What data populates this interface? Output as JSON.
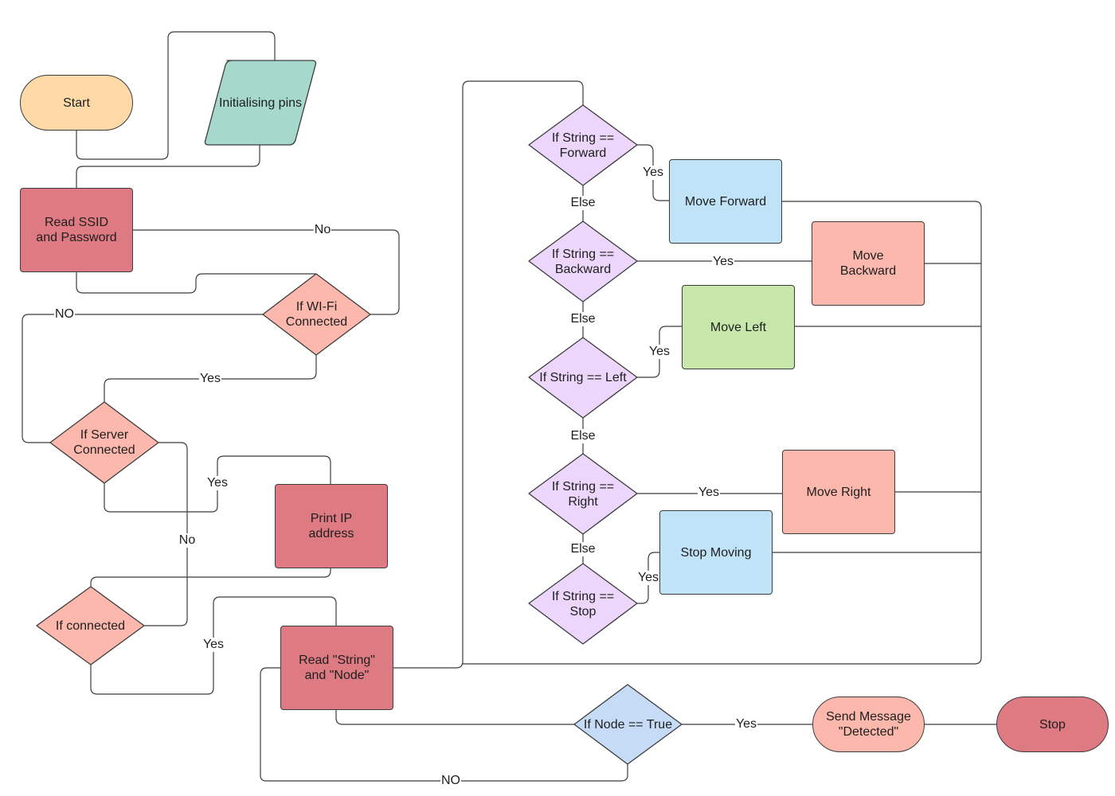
{
  "nodes": {
    "start": "Start",
    "init_pins": "Initialising pins",
    "read_ssid": "Read SSID\nand Password",
    "wifi_connected": "If WI-Fi\nConnected",
    "server_connected": "If Server\nConnected",
    "print_ip": "Print IP\naddress",
    "if_connected": "If connected",
    "read_string": "Read \"String\"\nand \"Node\"",
    "str_forward": "If String ==\nForward",
    "str_backward": "If String ==\nBackward",
    "str_left": "If String == Left",
    "str_right": "If String ==\nRight",
    "str_stop": "If String ==\nStop",
    "move_forward": "Move Forward",
    "move_backward": "Move\nBackward",
    "move_left": "Move Left",
    "move_right": "Move Right",
    "stop_moving": "Stop Moving",
    "node_true": "If Node == True",
    "send_message": "Send Message\n\"Detected\"",
    "stop": "Stop"
  },
  "edge_labels": {
    "wifi_no": "No",
    "wifi_NO": "NO",
    "wifi_yes": "Yes",
    "server_yes": "Yes",
    "server_no": "No",
    "connected_yes": "Yes",
    "forward_yes": "Yes",
    "backward_yes": "Yes",
    "left_yes": "Yes",
    "right_yes": "Yes",
    "stop_yes": "Yes",
    "else_1": "Else",
    "else_2": "Else",
    "else_3": "Else",
    "else_4": "Else",
    "node_yes": "Yes",
    "node_no": "NO"
  },
  "colors": {
    "terminal_start": "#ffd9a6",
    "io": "#a6d8cc",
    "process_red": "#dd7a82",
    "decision_salmon": "#fcb8ad",
    "decision_purple": "#ecd6fb",
    "action_blue": "#c0e3f7",
    "action_green": "#c8e8ab",
    "decision_blue": "#c6dcf6",
    "line": "#3c3c3c"
  }
}
